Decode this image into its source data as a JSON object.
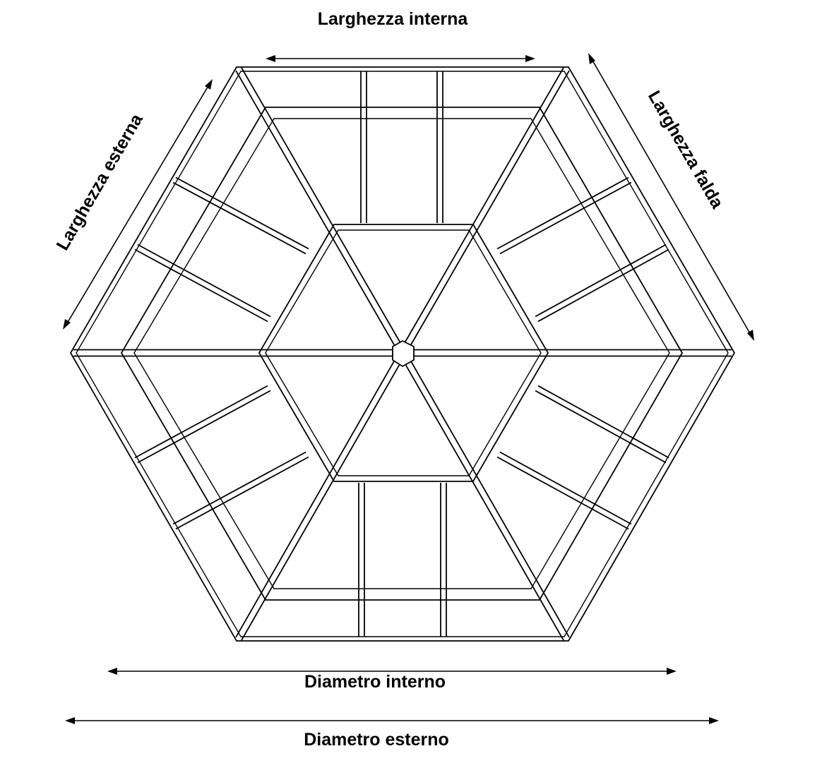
{
  "labels": {
    "larghezza_interna": "Larghezza interna",
    "larghezza_esterna": "Larghezza esterna",
    "larghezza_falda": "Larghezza falda",
    "diametro_interno": "Diametro interno",
    "diametro_esterno": "Diametro esterno"
  },
  "colors": {
    "line": "#000000",
    "background": "#ffffff"
  }
}
